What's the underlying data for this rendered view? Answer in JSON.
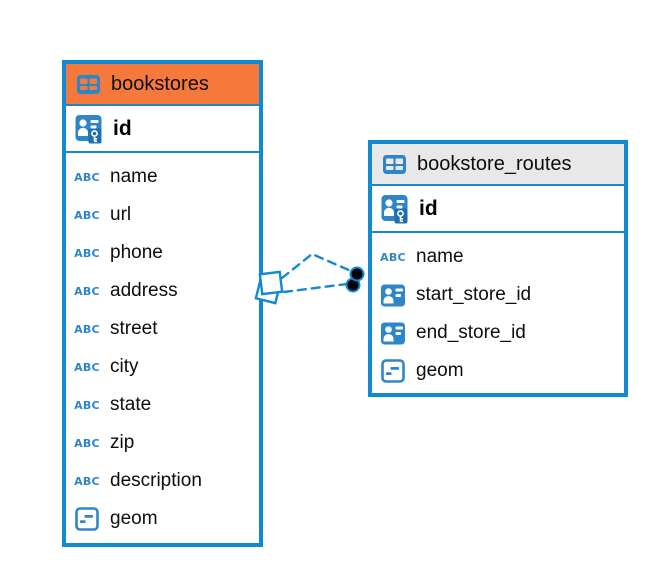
{
  "tables": [
    {
      "name": "bookstores",
      "header_color": "#f5793b",
      "highlighted": true,
      "primary_key": "id",
      "columns": [
        {
          "name": "name",
          "type_icon": "text-type-icon"
        },
        {
          "name": "url",
          "type_icon": "text-type-icon"
        },
        {
          "name": "phone",
          "type_icon": "text-type-icon"
        },
        {
          "name": "address",
          "type_icon": "text-type-icon"
        },
        {
          "name": "street",
          "type_icon": "text-type-icon"
        },
        {
          "name": "city",
          "type_icon": "text-type-icon"
        },
        {
          "name": "state",
          "type_icon": "text-type-icon"
        },
        {
          "name": "zip",
          "type_icon": "text-type-icon"
        },
        {
          "name": "description",
          "type_icon": "text-type-icon"
        },
        {
          "name": "geom",
          "type_icon": "geometry-type-icon"
        }
      ]
    },
    {
      "name": "bookstore_routes",
      "header_color": "#e9e8e8",
      "highlighted": false,
      "primary_key": "id",
      "columns": [
        {
          "name": "name",
          "type_icon": "text-type-icon"
        },
        {
          "name": "start_store_id",
          "type_icon": "foreign-key-icon"
        },
        {
          "name": "end_store_id",
          "type_icon": "foreign-key-icon"
        },
        {
          "name": "geom",
          "type_icon": "geometry-type-icon"
        }
      ]
    }
  ],
  "relationships": [
    {
      "from_table": "bookstore_routes",
      "to_table": "bookstores",
      "line_style": "dashed",
      "source_marker": "black-circle",
      "target_marker": "white-square"
    },
    {
      "from_table": "bookstore_routes",
      "to_table": "bookstores",
      "line_style": "dashed",
      "source_marker": "black-circle",
      "target_marker": "white-square"
    }
  ],
  "icons": {
    "text_type_label": "ABC"
  },
  "colors": {
    "accent_blue": "#1389d1",
    "icon_blue": "#2e86c8",
    "selected_header_orange": "#f5793b",
    "header_gray": "#e9e8e8",
    "relationship_dot": "#000000"
  }
}
